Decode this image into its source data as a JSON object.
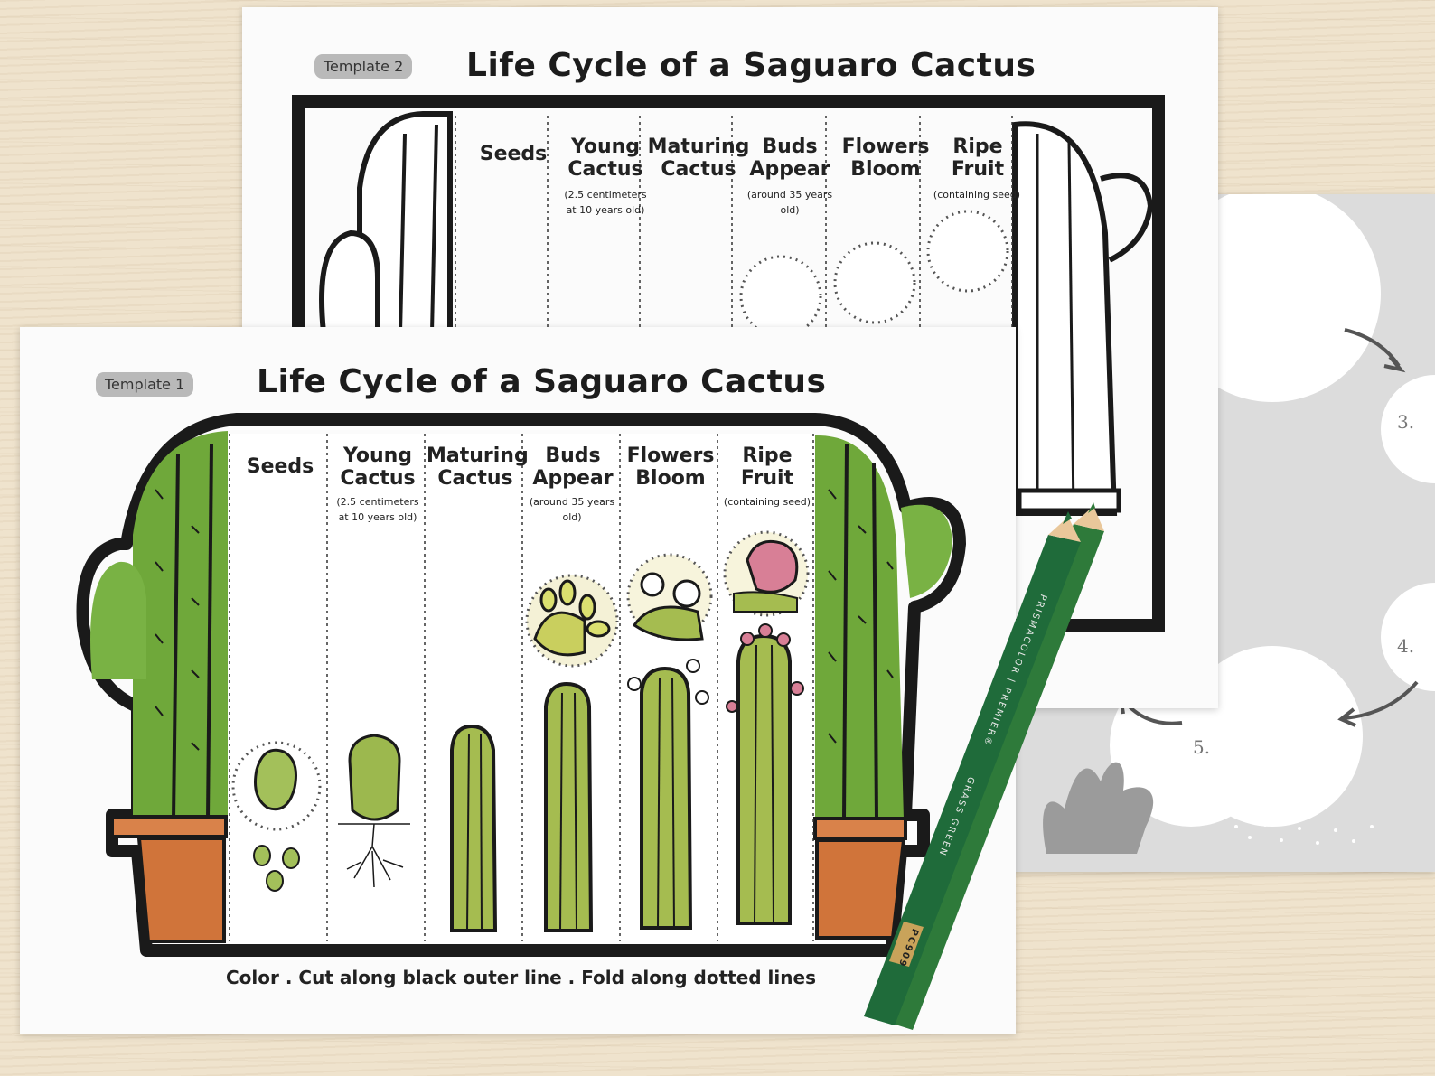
{
  "template2": {
    "tag": "Template 2",
    "title": "Life Cycle of a Saguaro Cactus",
    "columns": [
      {
        "label": "Seeds",
        "note": ""
      },
      {
        "label": "Young\nCactus",
        "note": "(2.5 centimeters\nat 10 years old)"
      },
      {
        "label": "Maturing\nCactus",
        "note": ""
      },
      {
        "label": "Buds\nAppear",
        "note": "(around 35 years\nold)"
      },
      {
        "label": "Flowers\nBloom",
        "note": ""
      },
      {
        "label": "Ripe\nFruit",
        "note": "(containing seed)"
      }
    ]
  },
  "template1": {
    "tag": "Template 1",
    "title": "Life Cycle of a Saguaro Cactus",
    "columns": [
      {
        "label": "Seeds",
        "note": ""
      },
      {
        "label": "Young\nCactus",
        "note": "(2.5 centimeters\nat 10 years old)"
      },
      {
        "label": "Maturing\nCactus",
        "note": ""
      },
      {
        "label": "Buds\nAppear",
        "note": "(around 35 years\nold)"
      },
      {
        "label": "Flowers\nBloom",
        "note": ""
      },
      {
        "label": "Ripe\nFruit",
        "note": "(containing seed)"
      }
    ],
    "footer": "Color  .  Cut along black outer line  .  Fold along dotted lines"
  },
  "gray_sheet": {
    "numbers": [
      "3.",
      "4.",
      "5."
    ]
  },
  "pencil": {
    "brand": "PRISMACOLOR | PREMIER®",
    "color_name": "GRASS GREEN",
    "code": "PC909"
  },
  "colors": {
    "cactus_green": "#6fa83a",
    "cactus_light": "#b9c95a",
    "pot": "#d0743a",
    "outline": "#1a1a1a",
    "pencil": "#1f6b3a"
  }
}
